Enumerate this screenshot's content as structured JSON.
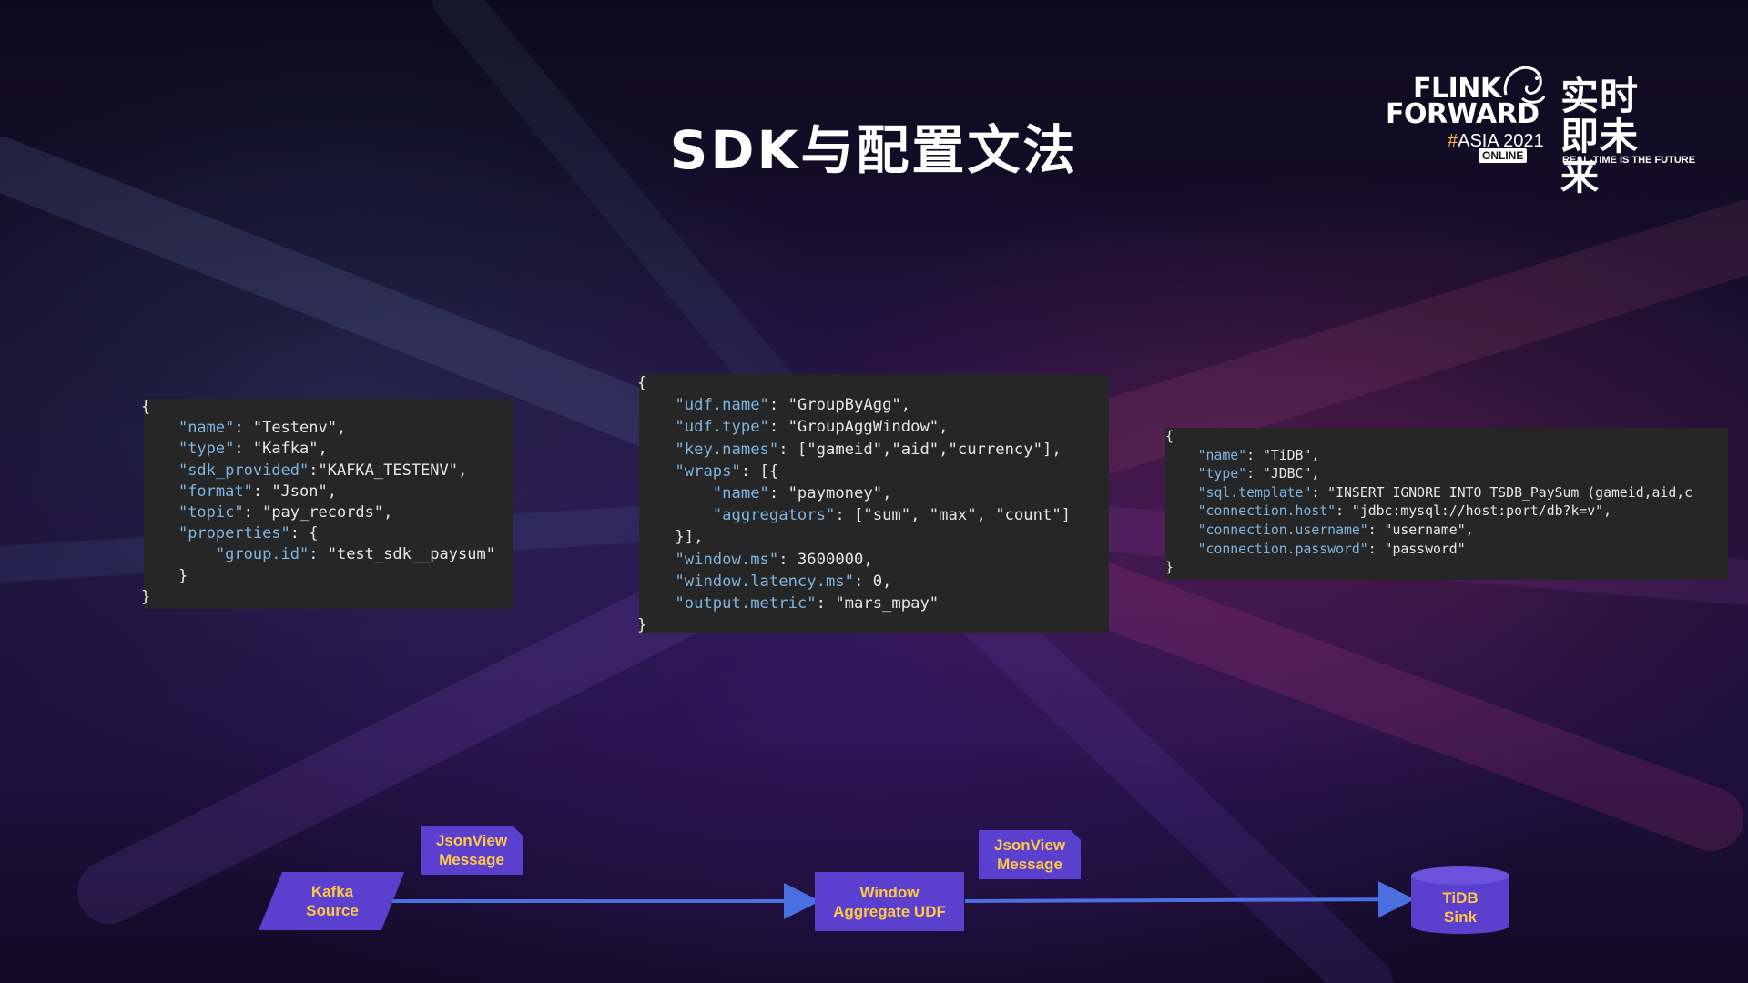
{
  "slide": {
    "title": "SDK与配置文法"
  },
  "logo": {
    "line1": "FLINK",
    "line2": "FORWARD",
    "hash": "#",
    "edition": "ASIA 2021",
    "badge": "ONLINE",
    "cn_line1": "实时",
    "cn_line2": "即未来",
    "tagline": "REAL-TIME IS THE FUTURE"
  },
  "code_blocks": {
    "source": [
      "{",
      "    \"name\": \"Testenv\",",
      "    \"type\": \"Kafka\",",
      "    \"sdk_provided\":\"KAFKA_TESTENV\",",
      "    \"format\": \"Json\",",
      "    \"topic\": \"pay_records\",",
      "    \"properties\": {",
      "        \"group.id\": \"test_sdk__paysum\"",
      "    }",
      "}"
    ],
    "udf": [
      "{",
      "    \"udf.name\": \"GroupByAgg\",",
      "    \"udf.type\": \"GroupAggWindow\",",
      "    \"key.names\": [\"gameid\",\"aid\",\"currency\"],",
      "    \"wraps\": [{",
      "        \"name\": \"paymoney\",",
      "        \"aggregators\": [\"sum\", \"max\", \"count\"]",
      "    }],",
      "    \"window.ms\": 3600000,",
      "    \"window.latency.ms\": 0,",
      "    \"output.metric\": \"mars_mpay\"",
      "}"
    ],
    "sink": [
      "{",
      "    \"name\": \"TiDB\",",
      "    \"type\": \"JDBC\",",
      "    \"sql.template\": \"INSERT IGNORE INTO TSDB_PaySum (gameid,aid,c",
      "    \"connection.host\": \"jdbc:mysql://host:port/db?k=v\",",
      "    \"connection.username\": \"username\",",
      "    \"connection.password\": \"password\"",
      "}"
    ]
  },
  "flow": {
    "nodes": {
      "kafka_source": {
        "line1": "Kafka",
        "line2": "Source"
      },
      "window_udf": {
        "line1": "Window",
        "line2": "Aggregate UDF"
      },
      "tidb_sink": {
        "line1": "TiDB",
        "line2": "Sink"
      }
    },
    "messages": {
      "msg1": {
        "line1": "JsonView",
        "line2": "Message"
      },
      "msg2": {
        "line1": "JsonView",
        "line2": "Message"
      }
    }
  },
  "colors": {
    "node_fill": "#5b3fcf",
    "node_text": "#ffc845",
    "arrow": "#4a6fe0",
    "code_bg": "#262626",
    "code_key": "#7fb4e0",
    "code_text": "#e6e6e6"
  }
}
